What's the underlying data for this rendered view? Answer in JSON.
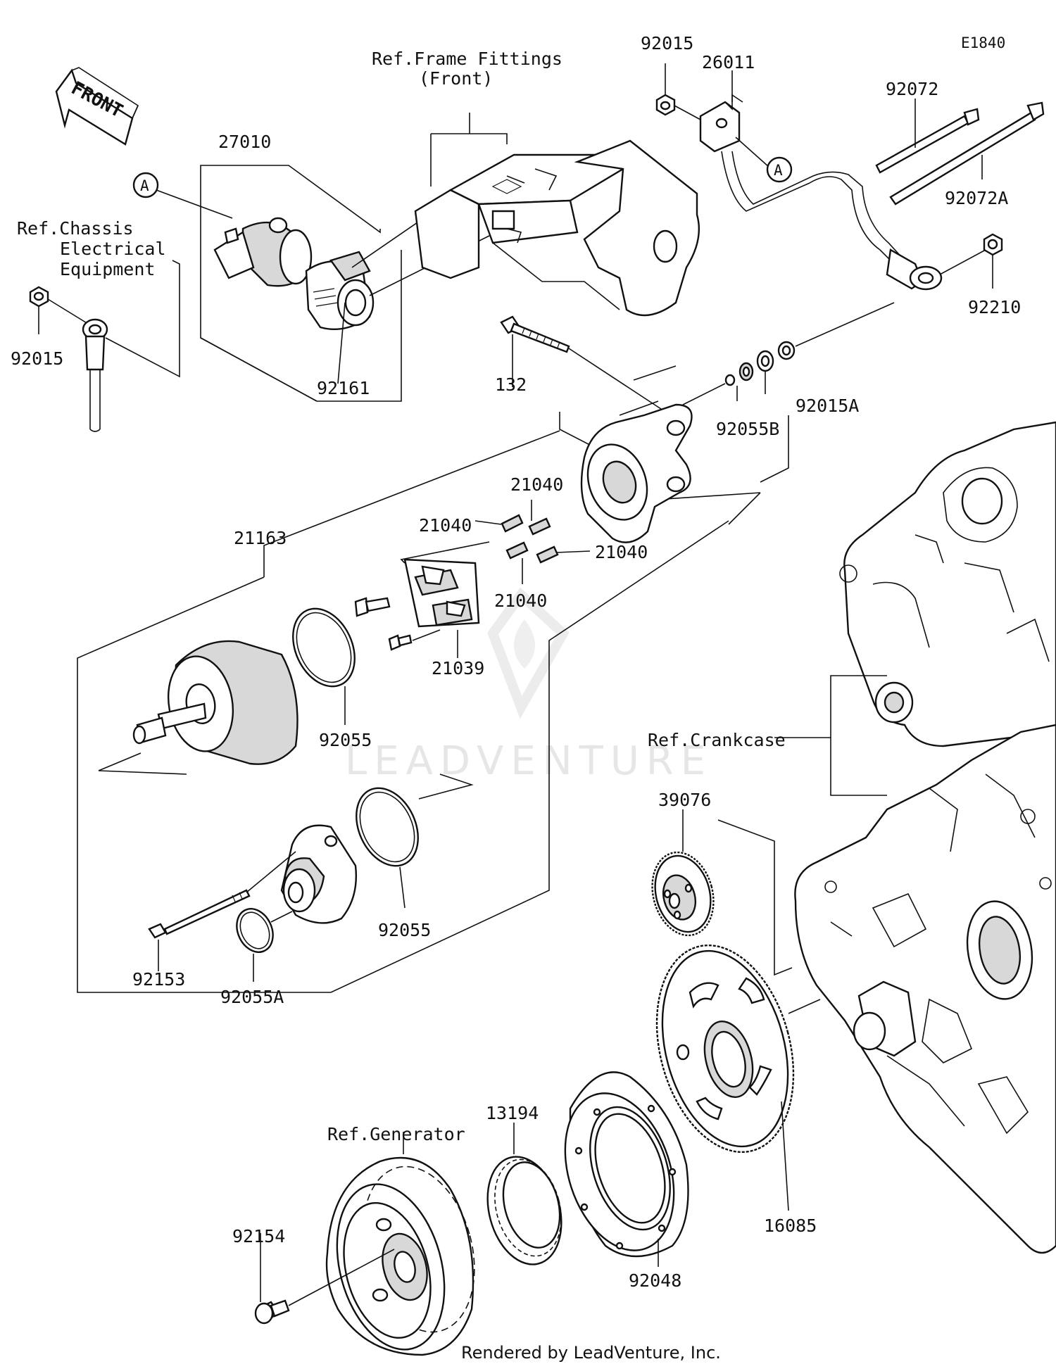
{
  "diagram_code": "E1840",
  "front_arrow": "FRONT",
  "ref_labels": {
    "frame_fittings_1": "Ref.Frame Fittings",
    "frame_fittings_2": "(Front)",
    "chassis_1": "Ref.Chassis",
    "chassis_2": "Electrical",
    "chassis_3": "Equipment",
    "crankcase": "Ref.Crankcase",
    "generator": "Ref.Generator"
  },
  "callout_marker": "A",
  "parts": {
    "p92015_top": "92015",
    "p26011": "26011",
    "p92072": "92072",
    "p92072a": "92072A",
    "p27010": "27010",
    "p92015_left": "92015",
    "p92161": "92161",
    "p92210": "92210",
    "p132": "132",
    "p92015a": "92015A",
    "p92055b": "92055B",
    "p21040_a": "21040",
    "p21040_b": "21040",
    "p21040_c": "21040",
    "p21040_d": "21040",
    "p21163": "21163",
    "p21039": "21039",
    "p92055_a": "92055",
    "p92055_b": "92055",
    "p39076": "39076",
    "p92153": "92153",
    "p92055a": "92055A",
    "p13194": "13194",
    "p92154": "92154",
    "p92048": "92048",
    "p16085": "16085"
  },
  "watermark": "LEADVENTURE",
  "footer": "Rendered by LeadVenture, Inc."
}
